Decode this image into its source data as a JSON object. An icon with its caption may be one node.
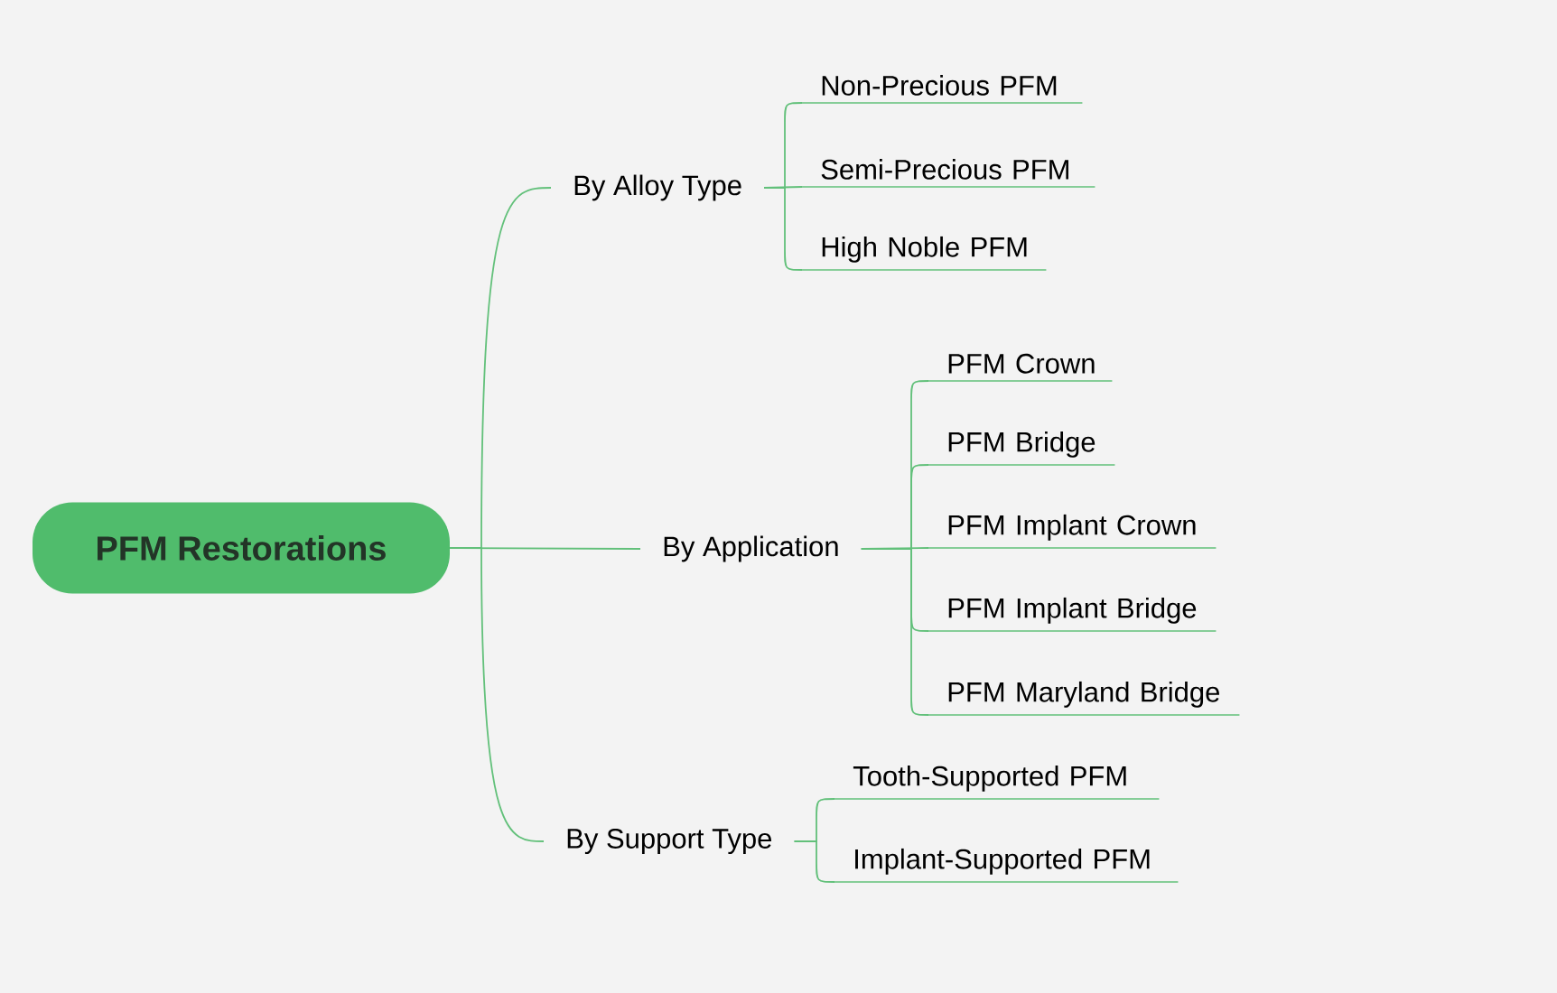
{
  "diagram": {
    "nodes": [
      {
        "text": [
          "PFM Restorations"
        ]
      },
      {
        "text": [
          "By Alloy Type"
        ]
      },
      {
        "text": [
          "Non-Precious PFM"
        ]
      },
      {
        "text": [
          "Semi-Precious PFM"
        ]
      },
      {
        "text": [
          "High Noble PFM"
        ]
      },
      {
        "text": [
          "By Application"
        ]
      },
      {
        "text": [
          "PFM Crown"
        ]
      },
      {
        "text": [
          "PFM Bridge"
        ]
      },
      {
        "text": [
          "PFM Implant Crown"
        ]
      },
      {
        "text": [
          "PFM Implant Bridge"
        ]
      },
      {
        "text": [
          "PFM Maryland Bridge"
        ]
      },
      {
        "text": [
          "By Support Type"
        ]
      },
      {
        "text": [
          "Tooth-Supported PFM"
        ]
      },
      {
        "text": [
          "Implant-Supported PFM"
        ]
      }
    ],
    "edges": [
      {
        "from": 0,
        "to": 1,
        "arrow": "none"
      },
      {
        "from": 0,
        "to": 5,
        "arrow": "none"
      },
      {
        "from": 0,
        "to": 11,
        "arrow": "none"
      },
      {
        "from": 1,
        "to": 2,
        "arrow": "none"
      },
      {
        "from": 1,
        "to": 3,
        "arrow": "none"
      },
      {
        "from": 1,
        "to": 4,
        "arrow": "none"
      },
      {
        "from": 5,
        "to": 6,
        "arrow": "none"
      },
      {
        "from": 5,
        "to": 7,
        "arrow": "none"
      },
      {
        "from": 5,
        "to": 8,
        "arrow": "none"
      },
      {
        "from": 5,
        "to": 9,
        "arrow": "none"
      },
      {
        "from": 5,
        "to": 10,
        "arrow": "none"
      },
      {
        "from": 11,
        "to": 12,
        "arrow": "none"
      },
      {
        "from": 11,
        "to": 13,
        "arrow": "none"
      }
    ]
  }
}
